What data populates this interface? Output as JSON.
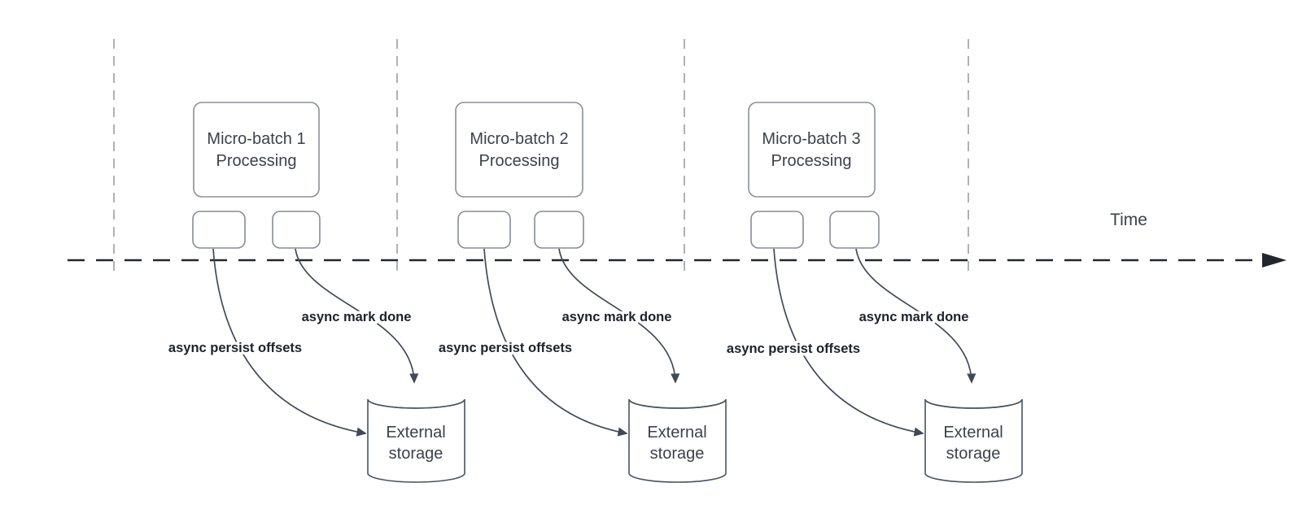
{
  "diagram": {
    "time_axis_label": "Time",
    "sections": [
      {
        "batch_title_line1": "Micro-batch 1",
        "batch_title_line2": "Processing",
        "persist_arrow_label": "async persist offsets",
        "mark_done_arrow_label": "async mark done",
        "storage_label_line1": "External",
        "storage_label_line2": "storage"
      },
      {
        "batch_title_line1": "Micro-batch 2",
        "batch_title_line2": "Processing",
        "persist_arrow_label": "async persist offsets",
        "mark_done_arrow_label": "async mark done",
        "storage_label_line1": "External",
        "storage_label_line2": "storage"
      },
      {
        "batch_title_line1": "Micro-batch 3",
        "batch_title_line2": "Processing",
        "persist_arrow_label": "async persist offsets",
        "mark_done_arrow_label": "async mark done",
        "storage_label_line1": "External",
        "storage_label_line2": "storage"
      }
    ],
    "colors": {
      "background": "#ffffff",
      "shape_text": "#3c414b",
      "bold_label_text": "#1d212a",
      "connector_stroke": "#414956",
      "box_border": "#8b9097",
      "cylinder_border": "#4a5260",
      "timeline_stroke": "#22262d",
      "gridline_stroke": "#aeb1b6"
    }
  }
}
